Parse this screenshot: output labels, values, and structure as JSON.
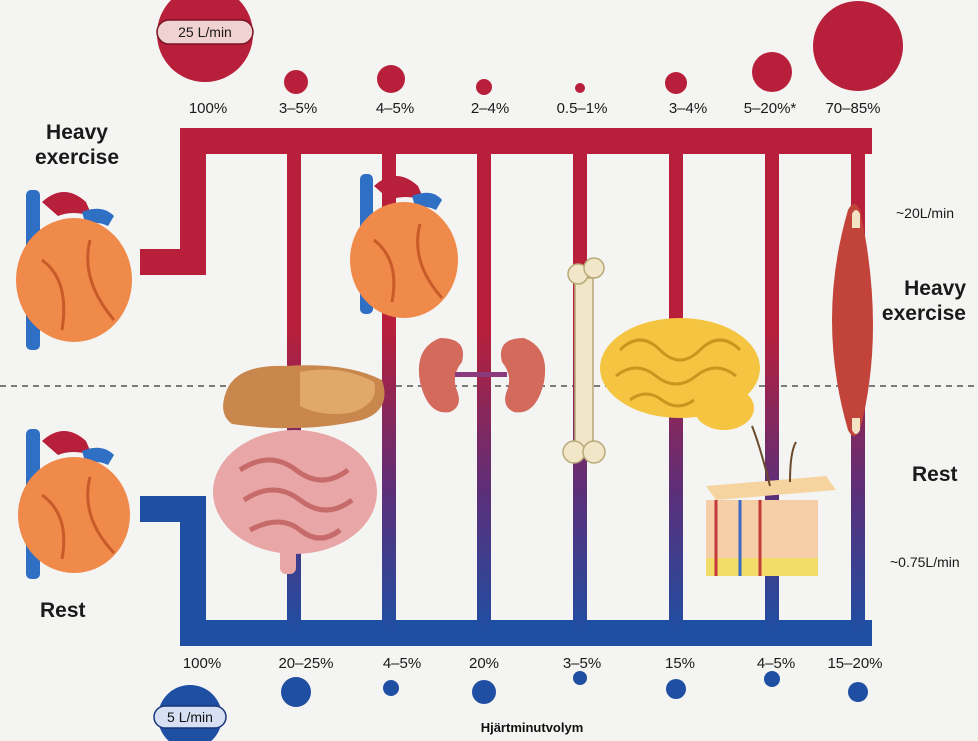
{
  "heavy": {
    "label_left": "Heavy\nexercise",
    "label_right": "Heavy\nexercise",
    "total_volume": "25 L/min",
    "percentages": [
      "100%",
      "3–5%",
      "4–5%",
      "2–4%",
      "0.5–1%",
      "3–4%",
      "5–20%*",
      "70–85%"
    ]
  },
  "rest": {
    "label_left": "Rest",
    "label_right": "Rest",
    "total_volume": "5 L/min",
    "percentages": [
      "100%",
      "20–25%",
      "4–5%",
      "20%",
      "3–5%",
      "15%",
      "4–5%",
      "15–20%"
    ]
  },
  "muscle_flow": {
    "heavy": "~20L/min",
    "rest": "~0.75L/min"
  },
  "caption": "Hjärtminutvolym",
  "colors": {
    "artery": "#b81f3a",
    "vein": "#1f4fa3",
    "background": "#f4f4f2"
  },
  "organs": [
    "heart",
    "heart",
    "liver-and-intestines",
    "kidneys",
    "bone",
    "brain",
    "skin",
    "muscle"
  ]
}
